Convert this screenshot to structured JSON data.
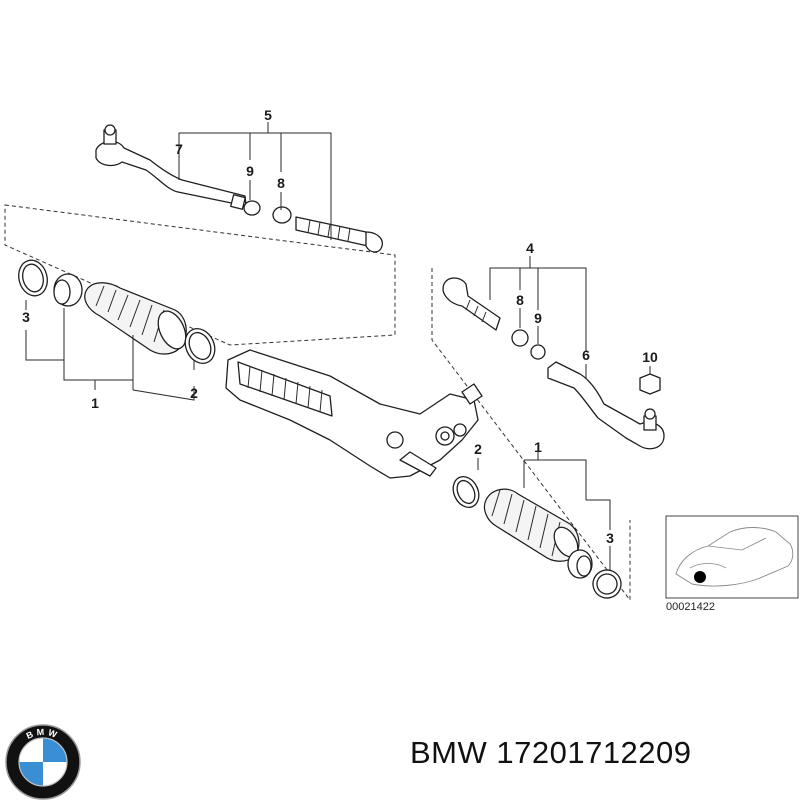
{
  "diagram": {
    "callouts": {
      "c1_left": "1",
      "c2_left": "2",
      "c3_left": "3",
      "c5": "5",
      "c7": "7",
      "c9_top": "9",
      "c8_top": "8",
      "c4": "4",
      "c8_right": "8",
      "c9_right": "9",
      "c6": "6",
      "c10": "10",
      "c2_right": "2",
      "c1_right": "1",
      "c3_right": "3"
    },
    "inset": {
      "code": "00021422"
    }
  },
  "footer": {
    "brand": "BMW",
    "part_number": "17201712209",
    "title": "BMW 17201712209",
    "logo_letters": "BMW"
  },
  "colors": {
    "line": "#2a2a2a",
    "logo_blue": "#3a8fd4",
    "logo_ring": "#111111"
  }
}
